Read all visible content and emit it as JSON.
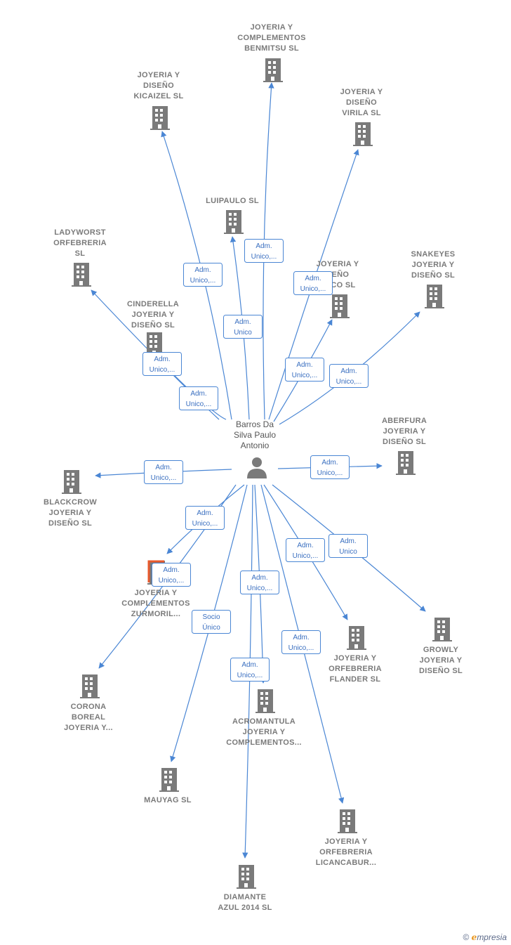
{
  "center": {
    "label_lines": [
      "Barros Da",
      "Silva Paulo",
      "Antonio"
    ],
    "icon": "person-icon"
  },
  "colors": {
    "edge": "#4a86d4",
    "node": "#7a7a7a",
    "highlight": "#e8592c"
  },
  "nodes": [
    {
      "id": "benmitsu",
      "lines": [
        "JOYERIA Y",
        "COMPLEMENTOS",
        "BENMITSU  SL"
      ],
      "icon": "building-icon"
    },
    {
      "id": "kicaizel",
      "lines": [
        "JOYERIA Y",
        "DISEÑO",
        "KICAIZEL  SL"
      ],
      "icon": "building-icon"
    },
    {
      "id": "virila",
      "lines": [
        "JOYERIA Y",
        "DISEÑO",
        "VIRILA  SL"
      ],
      "icon": "building-icon"
    },
    {
      "id": "luipaulo",
      "lines": [
        "LUIPAULO  SL"
      ],
      "icon": "building-icon"
    },
    {
      "id": "ladyworst",
      "lines": [
        "LADYWORST",
        "ORFEBRERIA",
        "SL"
      ],
      "icon": "building-icon"
    },
    {
      "id": "snakeyes",
      "lines": [
        "SNAKEYES",
        "JOYERIA Y",
        "DISEÑO  SL"
      ],
      "icon": "building-icon"
    },
    {
      "id": "erco",
      "lines": [
        "JOYERIA Y",
        "SEÑO",
        "ERCO  SL"
      ],
      "icon": "building-icon"
    },
    {
      "id": "cinderella",
      "lines": [
        "CINDERELLA",
        "JOYERIA Y",
        "DISEÑO  SL"
      ],
      "icon": "building-icon"
    },
    {
      "id": "aberfura",
      "lines": [
        "ABERFURA",
        "JOYERIA Y",
        "DISEÑO  SL"
      ],
      "icon": "building-icon"
    },
    {
      "id": "blackcrow",
      "lines": [
        "BLACKCROW",
        "JOYERIA Y",
        "DISEÑO  SL"
      ],
      "icon": "building-icon"
    },
    {
      "id": "zurmoril",
      "lines": [
        "JOYERIA Y",
        "COMPLEMENTOS",
        "ZURMORIL..."
      ],
      "icon": "building-icon"
    },
    {
      "id": "growly",
      "lines": [
        "GROWLY",
        "JOYERIA Y",
        "DISEÑO  SL"
      ],
      "icon": "building-icon"
    },
    {
      "id": "flander",
      "lines": [
        "JOYERIA Y",
        "ORFEBRERIA",
        "FLANDER  SL"
      ],
      "icon": "building-icon"
    },
    {
      "id": "corona",
      "lines": [
        "CORONA",
        "BOREAL",
        "JOYERIA Y..."
      ],
      "icon": "building-icon"
    },
    {
      "id": "acromantula",
      "lines": [
        "ACROMANTULA",
        "JOYERIA Y",
        "COMPLEMENTOS..."
      ],
      "icon": "building-icon"
    },
    {
      "id": "mauyag",
      "lines": [
        "MAUYAG  SL"
      ],
      "icon": "building-icon"
    },
    {
      "id": "licancabur",
      "lines": [
        "JOYERIA Y",
        "ORFEBRERIA",
        "LICANCABUR..."
      ],
      "icon": "building-icon"
    },
    {
      "id": "diamante",
      "lines": [
        "DIAMANTE",
        "AZUL 2014 SL"
      ],
      "icon": "building-icon"
    }
  ],
  "edges": [
    {
      "to": "benmitsu",
      "lines": [
        "Adm.",
        "Unico,..."
      ]
    },
    {
      "to": "kicaizel",
      "lines": [
        "Adm.",
        "Unico,..."
      ]
    },
    {
      "to": "virila",
      "lines": [
        "Adm.",
        "Unico,..."
      ]
    },
    {
      "to": "luipaulo",
      "lines": [
        "Adm.",
        "Unico"
      ]
    },
    {
      "to": "ladyworst",
      "lines": [
        "Adm.",
        "Unico,..."
      ]
    },
    {
      "to": "cinderella",
      "lines": [
        "Adm.",
        "Unico,..."
      ]
    },
    {
      "to": "erco",
      "lines": [
        "Adm.",
        "Unico,..."
      ]
    },
    {
      "to": "snakeyes",
      "lines": [
        "Adm.",
        "Unico,..."
      ]
    },
    {
      "to": "aberfura",
      "lines": [
        "Adm.",
        "Unico,..."
      ]
    },
    {
      "to": "blackcrow",
      "lines": [
        "Adm.",
        "Unico,..."
      ]
    },
    {
      "to": "zurmoril",
      "lines": [
        "Adm.",
        "Unico,..."
      ]
    },
    {
      "to": "corona",
      "lines": [
        "Adm.",
        "Unico,..."
      ]
    },
    {
      "to": "growly",
      "lines": [
        "Adm.",
        "Unico"
      ]
    },
    {
      "to": "flander",
      "lines": [
        "Adm.",
        "Unico,..."
      ]
    },
    {
      "to": "acromantula",
      "lines": [
        "Adm.",
        "Unico,..."
      ]
    },
    {
      "to": "mauyag",
      "lines": [
        "Socio",
        "Único"
      ]
    },
    {
      "to": "licancabur",
      "lines": [
        "Adm.",
        "Unico,..."
      ]
    },
    {
      "to": "diamante",
      "lines": [
        "Adm.",
        "Unico,..."
      ]
    }
  ],
  "footer": {
    "copyright": "©",
    "brand_initial": "e",
    "brand_rest": "mpresia"
  }
}
